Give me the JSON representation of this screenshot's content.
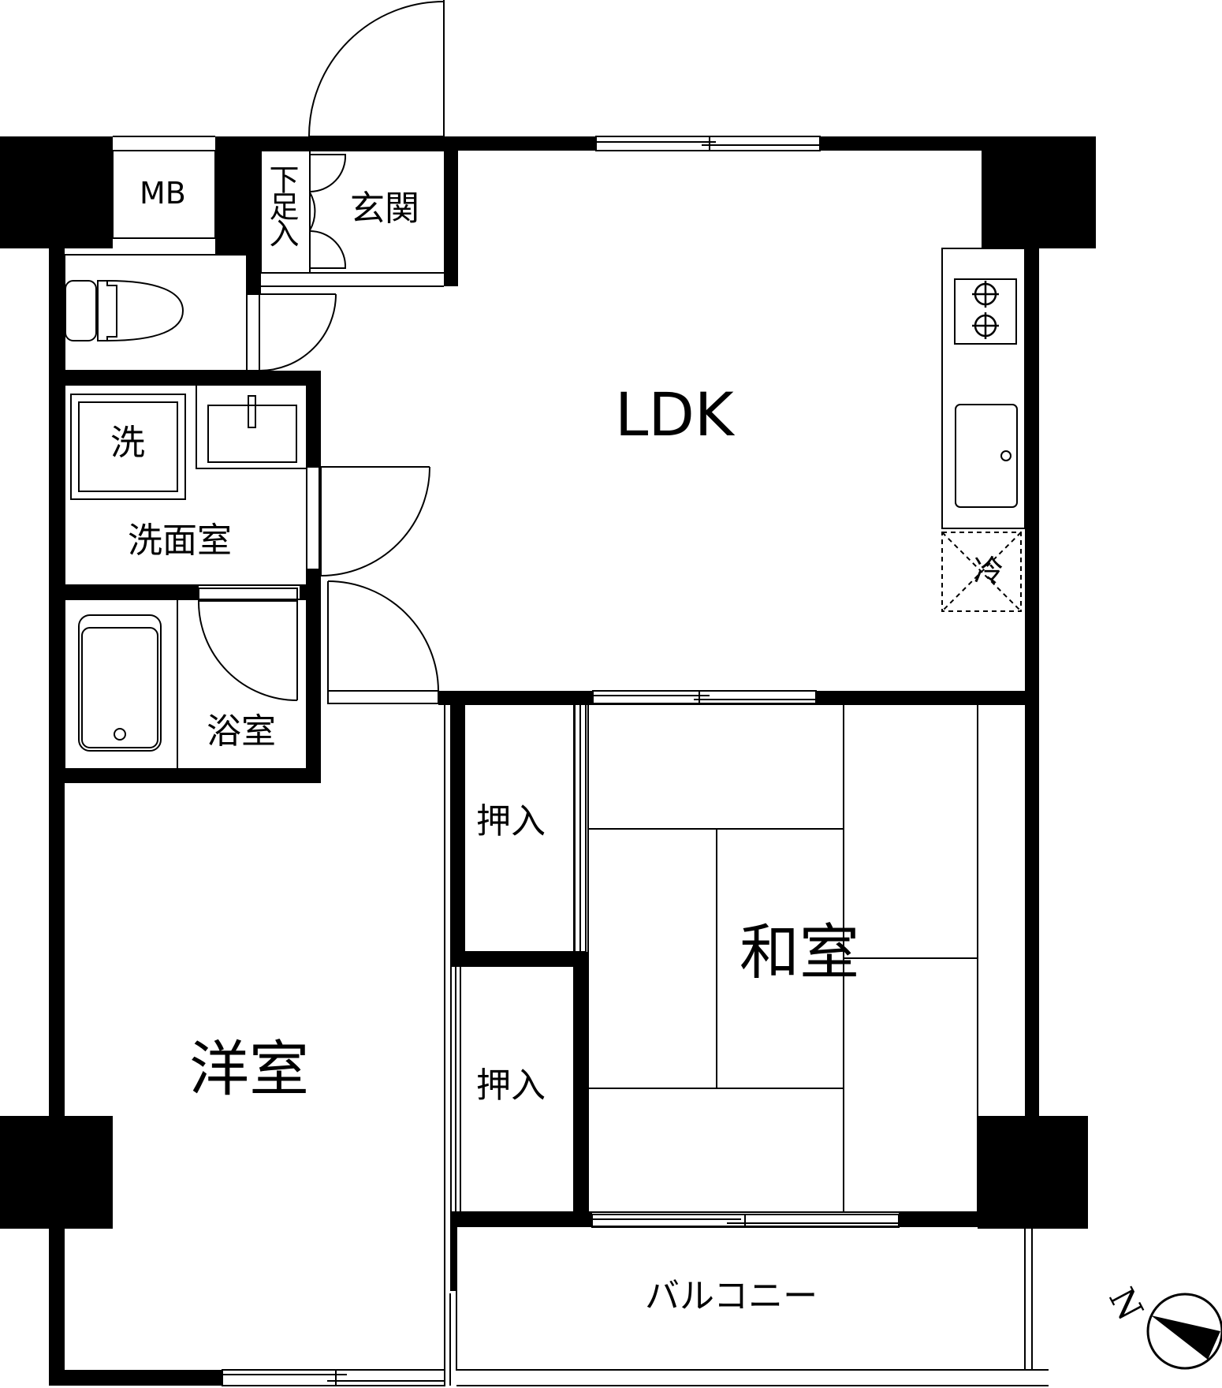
{
  "floorplan": {
    "type": "apartment floor plan",
    "layout": "2LDK",
    "colors": {
      "wall": "#000000",
      "background": "#ffffff",
      "line": "#000000"
    },
    "rooms": {
      "ldk": {
        "label": "LDK"
      },
      "washitsu": {
        "label": "和室",
        "meaning": "Japanese-style room"
      },
      "yoshitsu": {
        "label": "洋室",
        "meaning": "Western-style room"
      },
      "senmenshitsu": {
        "label": "洗面室",
        "meaning": "Washroom"
      },
      "yokushitsu": {
        "label": "浴室",
        "meaning": "Bathroom"
      },
      "genkan": {
        "label": "玄関",
        "meaning": "Entrance"
      },
      "getabako": {
        "label": "下足入",
        "meaning": "Shoe cabinet"
      },
      "oshiire_upper": {
        "label": "押入",
        "meaning": "Closet"
      },
      "oshiire_lower": {
        "label": "押入",
        "meaning": "Closet"
      },
      "balcony": {
        "label": "バルコニー",
        "meaning": "Balcony"
      },
      "mb": {
        "label": "MB",
        "meaning": "Meter box"
      }
    },
    "fixtures": {
      "washing_machine": {
        "label": "洗",
        "meaning": "Washing machine space"
      },
      "refrigerator": {
        "label": "冷",
        "meaning": "Refrigerator space"
      },
      "stove": {
        "burners": 2
      },
      "toilet": {
        "icon": "toilet-icon"
      },
      "bathtub": {
        "icon": "bathtub-icon"
      },
      "sink": {
        "icon": "kitchen-sink-icon"
      },
      "washbasin": {
        "icon": "washbasin-icon"
      }
    },
    "compass": {
      "label": "N",
      "icon": "north-arrow-icon"
    }
  }
}
